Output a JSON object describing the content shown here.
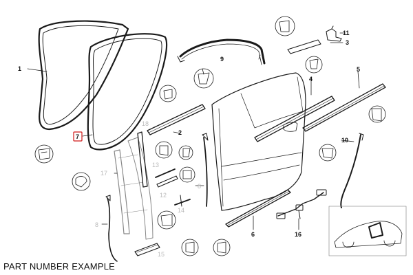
{
  "caption": "PART NUMBER EXAMPLE",
  "highlight_color": "#d01818",
  "labels": {
    "l1": "1",
    "l2": "2",
    "l3": "3",
    "l4": "4",
    "l5": "5",
    "l6": "6",
    "l7": "7",
    "l8a": "8",
    "l8b": "8",
    "l9": "9",
    "l10": "10",
    "l11": "11",
    "l12": "12",
    "l13": "13",
    "l14": "14",
    "l15": "15",
    "l16": "16",
    "l17": "17",
    "l18": "18"
  }
}
